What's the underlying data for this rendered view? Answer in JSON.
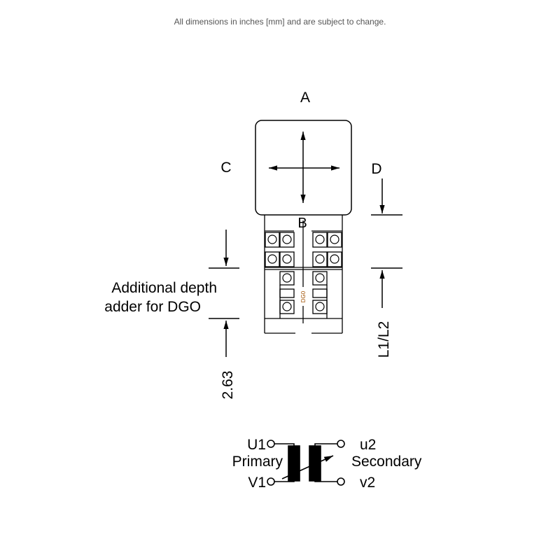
{
  "header": {
    "note": "All dimensions in inches [mm] and are subject to change."
  },
  "drawing": {
    "label_a": "A",
    "label_b": "B",
    "label_c": "C",
    "label_d": "D",
    "dgo_label": "DG0",
    "additional_line1": "Additional depth",
    "additional_line2": "adder for DGO",
    "dim_left": "2.63",
    "dim_right": "L1/L2"
  },
  "schematic": {
    "u1": "U1",
    "v1": "V1",
    "u2": "u2",
    "v2": "v2",
    "primary": "Primary",
    "secondary": "Secondary"
  }
}
